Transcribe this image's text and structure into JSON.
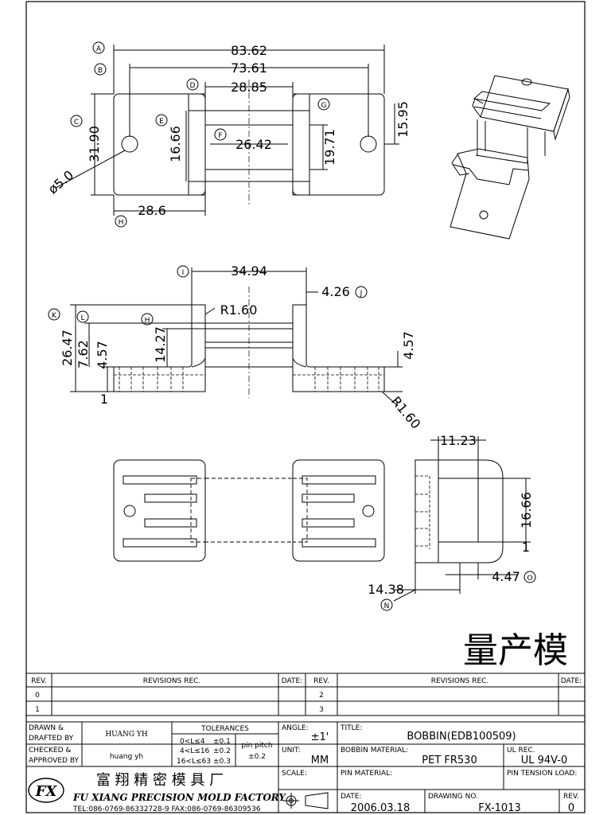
{
  "drawing": {
    "top_view": {
      "balloons": [
        "A",
        "B",
        "C",
        "D",
        "E",
        "F",
        "G",
        "H"
      ],
      "dims": {
        "overall_length": "83.62",
        "hole_pitch": "73.61",
        "window_width": "28.85",
        "width": "31.90",
        "window_height": "16.66",
        "slot_length": "26.42",
        "core_width": "19.71",
        "right_height": "15.95",
        "hole_dia": "ø5.0",
        "flange_offset": "28.6"
      }
    },
    "front_view": {
      "balloons": [
        "I",
        "J",
        "K",
        "L",
        "H"
      ],
      "dims": {
        "flange_span": "34.94",
        "flange_thk": "4.26",
        "radius_top": "R1.60",
        "height": "26.47",
        "step": "7.62",
        "base_thk_left": "4.57",
        "core_height": "14.27",
        "base_thk_right": "4.57",
        "radius_bottom": "R1.60",
        "tick_left": "1"
      }
    },
    "side_view": {
      "balloons": [
        "O",
        "N"
      ],
      "dims": {
        "window_w": "11.23",
        "window_h": "16.66",
        "tick": "1",
        "wall": "4.47",
        "base_w": "14.38"
      }
    },
    "status_stamp": "量产模"
  },
  "title_block": {
    "revision_headers": {
      "rev": "REV.",
      "revisions_rec": "REVISIONS   REC.",
      "date": "DATE:"
    },
    "revision_rows": [
      {
        "left": "0",
        "right": "2"
      },
      {
        "left": "1",
        "right": "3"
      }
    ],
    "drawn_label_1": "DRAWN  &",
    "drawn_label_2": "DRAFTED BY",
    "drawn_by": "HUANG  YH",
    "checked_label_1": "CHECKED  &",
    "checked_label_2": "APPROVED BY",
    "checked_by": "huang yh",
    "tolerances_label": "TOLERANCES",
    "tolerances": [
      {
        "range": "0<L≤4",
        "tol": "±0.1"
      },
      {
        "range": "4<L≤16",
        "tol": "±0.2"
      },
      {
        "range": "16<L≤63",
        "tol": "±0.3"
      }
    ],
    "pin_pitch_label": "pin  pitch",
    "pin_pitch_tol": "±0.2",
    "angle_label": "ANGLE:",
    "angle_value": "±1'",
    "unit_label": "UNIT:",
    "unit_value": "MM",
    "scale_label": "SCALE:",
    "title_label": "TITLE:",
    "title_value": "BOBBIN(EDB100509)",
    "bobbin_material_label": "BOBBIN MATERIAL:",
    "bobbin_material_value": "PET  FR530",
    "ul_rec_label": "UL REC.",
    "ul_rec_value": "UL  94V-0",
    "pin_material_label": "PIN MATERIAL:",
    "pin_tension_label": "PIN TENSION LOAD:",
    "date_label": "DATE:",
    "date_value": "2006.03.18",
    "drawing_no_label": "DRAWING  NO.",
    "drawing_no_value": "FX-1013",
    "rev_label": "REV.",
    "rev_value": "0",
    "company_logo": "FX",
    "company_cn": "富 翔 精 密 模 具 厂",
    "company_en": "FU XIANG PRECISION MOLD FACTORY",
    "company_contact": "TEL:086-0769-86332728-9  FAX:086-0769-86309536"
  }
}
